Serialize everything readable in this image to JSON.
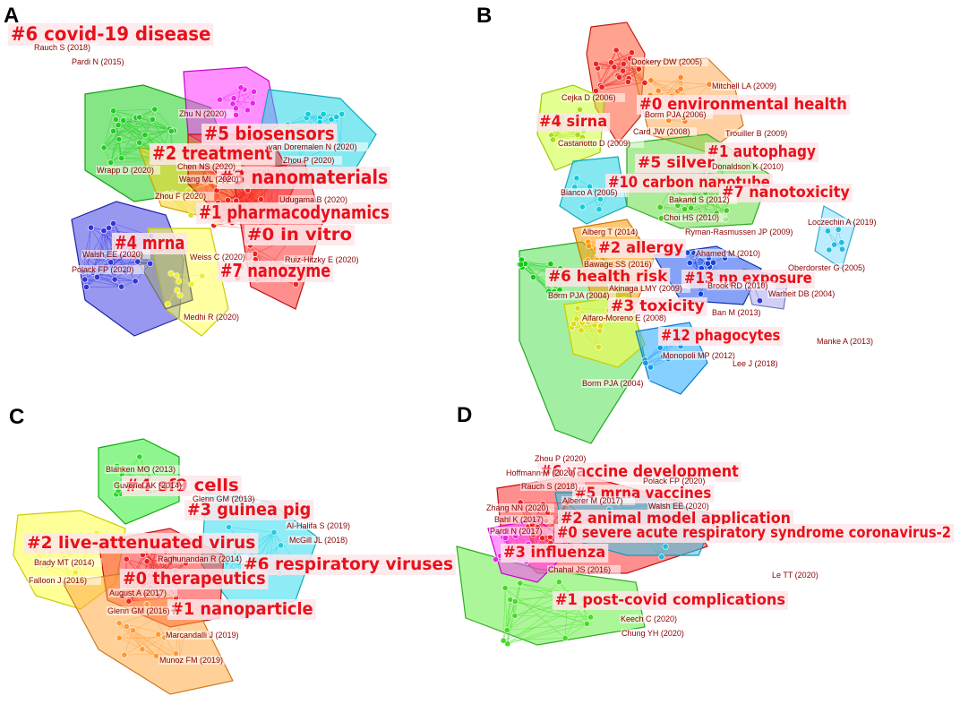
{
  "panels": [
    {
      "letter": "A",
      "clusters": [
        {
          "label": "#6 covid-19 disease",
          "color": "#e8111a"
        },
        {
          "label": "#5 biosensors",
          "color": "#e8111a"
        },
        {
          "label": "#2 treatment",
          "color": "#e8111a"
        },
        {
          "label": "#3 nanomaterials",
          "color": "#e8111a"
        },
        {
          "label": "#1 pharmacodynamics",
          "color": "#e8111a"
        },
        {
          "label": "#4 mrna",
          "color": "#e8111a"
        },
        {
          "label": "#0 in vitro",
          "color": "#e8111a"
        },
        {
          "label": "#7 nanozyme",
          "color": "#e8111a"
        }
      ],
      "authors": [
        "Rauch S (2018)",
        "Pardi N (2015)",
        "Zhu N (2020)",
        "van Doremalen N (2020)",
        "Zhou P (2020)",
        "Chen NS (2020)",
        "Wrapp D (2020)",
        "Wang ML (2020)",
        "Udugama B (2020)",
        "Zhou F (2020)",
        "Walsh EE (2020)",
        "Weiss C (2020)",
        "Ruiz-Hitzky E (2020)",
        "Polack FP (2020)",
        "Medhi R (2020)"
      ]
    },
    {
      "letter": "B",
      "clusters": [
        {
          "label": "#0 environmental health"
        },
        {
          "label": "#4 sirna"
        },
        {
          "label": "#1 autophagy"
        },
        {
          "label": "#5 silver"
        },
        {
          "label": "#10 carbon nanotube"
        },
        {
          "label": "#7 nanotoxicity"
        },
        {
          "label": "#2 allergy"
        },
        {
          "label": "#6 health risk"
        },
        {
          "label": "#13 np exposure"
        },
        {
          "label": "#3 toxicity"
        },
        {
          "label": "#12 phagocytes"
        }
      ],
      "authors": [
        "Dockery DW (2005)",
        "Mitchell LA (2009)",
        "Cejka D (2006)",
        "Borm PJA (2006)",
        "Card JW (2008)",
        "Trouiller B (2009)",
        "Castanotto D (2009)",
        "Donaldson K (2010)",
        "Bianco A (2005)",
        "Bakand S (2012)",
        "Choi HS (2010)",
        "Loczechin A (2019)",
        "Alberg T (2014)",
        "Ryman-Rasmussen JP (2009)",
        "Ahamed M (2010)",
        "Bawage SS (2016)",
        "Oberdorster G (2005)",
        "Akinaga LMY (2009)",
        "Brook RD (2010)",
        "Borm PJA (2004)",
        "Warheit DB (2004)",
        "Alfaro-Moreno E (2008)",
        "Ban M (2013)",
        "Manke A (2013)",
        "Monopoli MP (2012)",
        "Lee J (2018)",
        "Borm PJA (2004)"
      ]
    },
    {
      "letter": "C",
      "clusters": [
        {
          "label": "#4 sf9 cells"
        },
        {
          "label": "#3 guinea pig"
        },
        {
          "label": "#2 live-attenuated virus"
        },
        {
          "label": "#6 respiratory viruses"
        },
        {
          "label": "#0 therapeutics"
        },
        {
          "label": "#1 nanoparticle"
        }
      ],
      "authors": [
        "Blanken MO (2013)",
        "Guvenel AK (2014)",
        "Glenn GM (2013)",
        "Al-Halifa S (2019)",
        "McGill JL (2018)",
        "Brady MT (2014)",
        "Raghunandan R (2014)",
        "Falloon J (2016)",
        "August A (2017)",
        "Glenn GM (2016)",
        "Marcandalli J (2019)",
        "Munoz FM (2019)"
      ]
    },
    {
      "letter": "D",
      "clusters": [
        {
          "label": "#6 vaccine development"
        },
        {
          "label": "#5 mrna vaccines"
        },
        {
          "label": "#2 animal model application"
        },
        {
          "label": "#0 severe acute respiratory syndrome coronavirus-2"
        },
        {
          "label": "#3 influenza"
        },
        {
          "label": "#1 post-covid complications"
        }
      ],
      "authors": [
        "Zhou P (2020)",
        "Hoffmann M (2020)",
        "Polack FP (2020)",
        "Rauch S (2018)",
        "Alberer M (2017)",
        "Zhang NN (2020)",
        "Walsh EE (2020)",
        "Bahl K (2017)",
        "Pardi N (2017)",
        "Chahal JS (2016)",
        "Le TT (2020)",
        "Keech C (2020)",
        "Chung YH (2020)"
      ]
    }
  ]
}
